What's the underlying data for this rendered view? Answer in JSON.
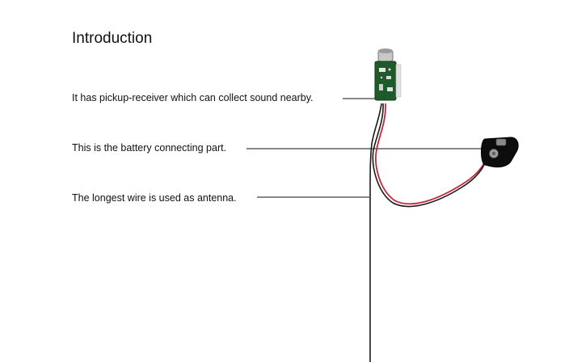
{
  "title": "Introduction",
  "callouts": [
    {
      "text": "It has pickup-receiver which can collect sound nearby."
    },
    {
      "text": "This is the battery connecting part."
    },
    {
      "text": "The longest wire is used as  antenna."
    }
  ],
  "colors": {
    "text": "#111111",
    "wire_black": "#1a1a1a",
    "wire_red": "#c0283a",
    "pcb_green": "#1f5a2c",
    "clip_black": "#0d0d0d"
  }
}
